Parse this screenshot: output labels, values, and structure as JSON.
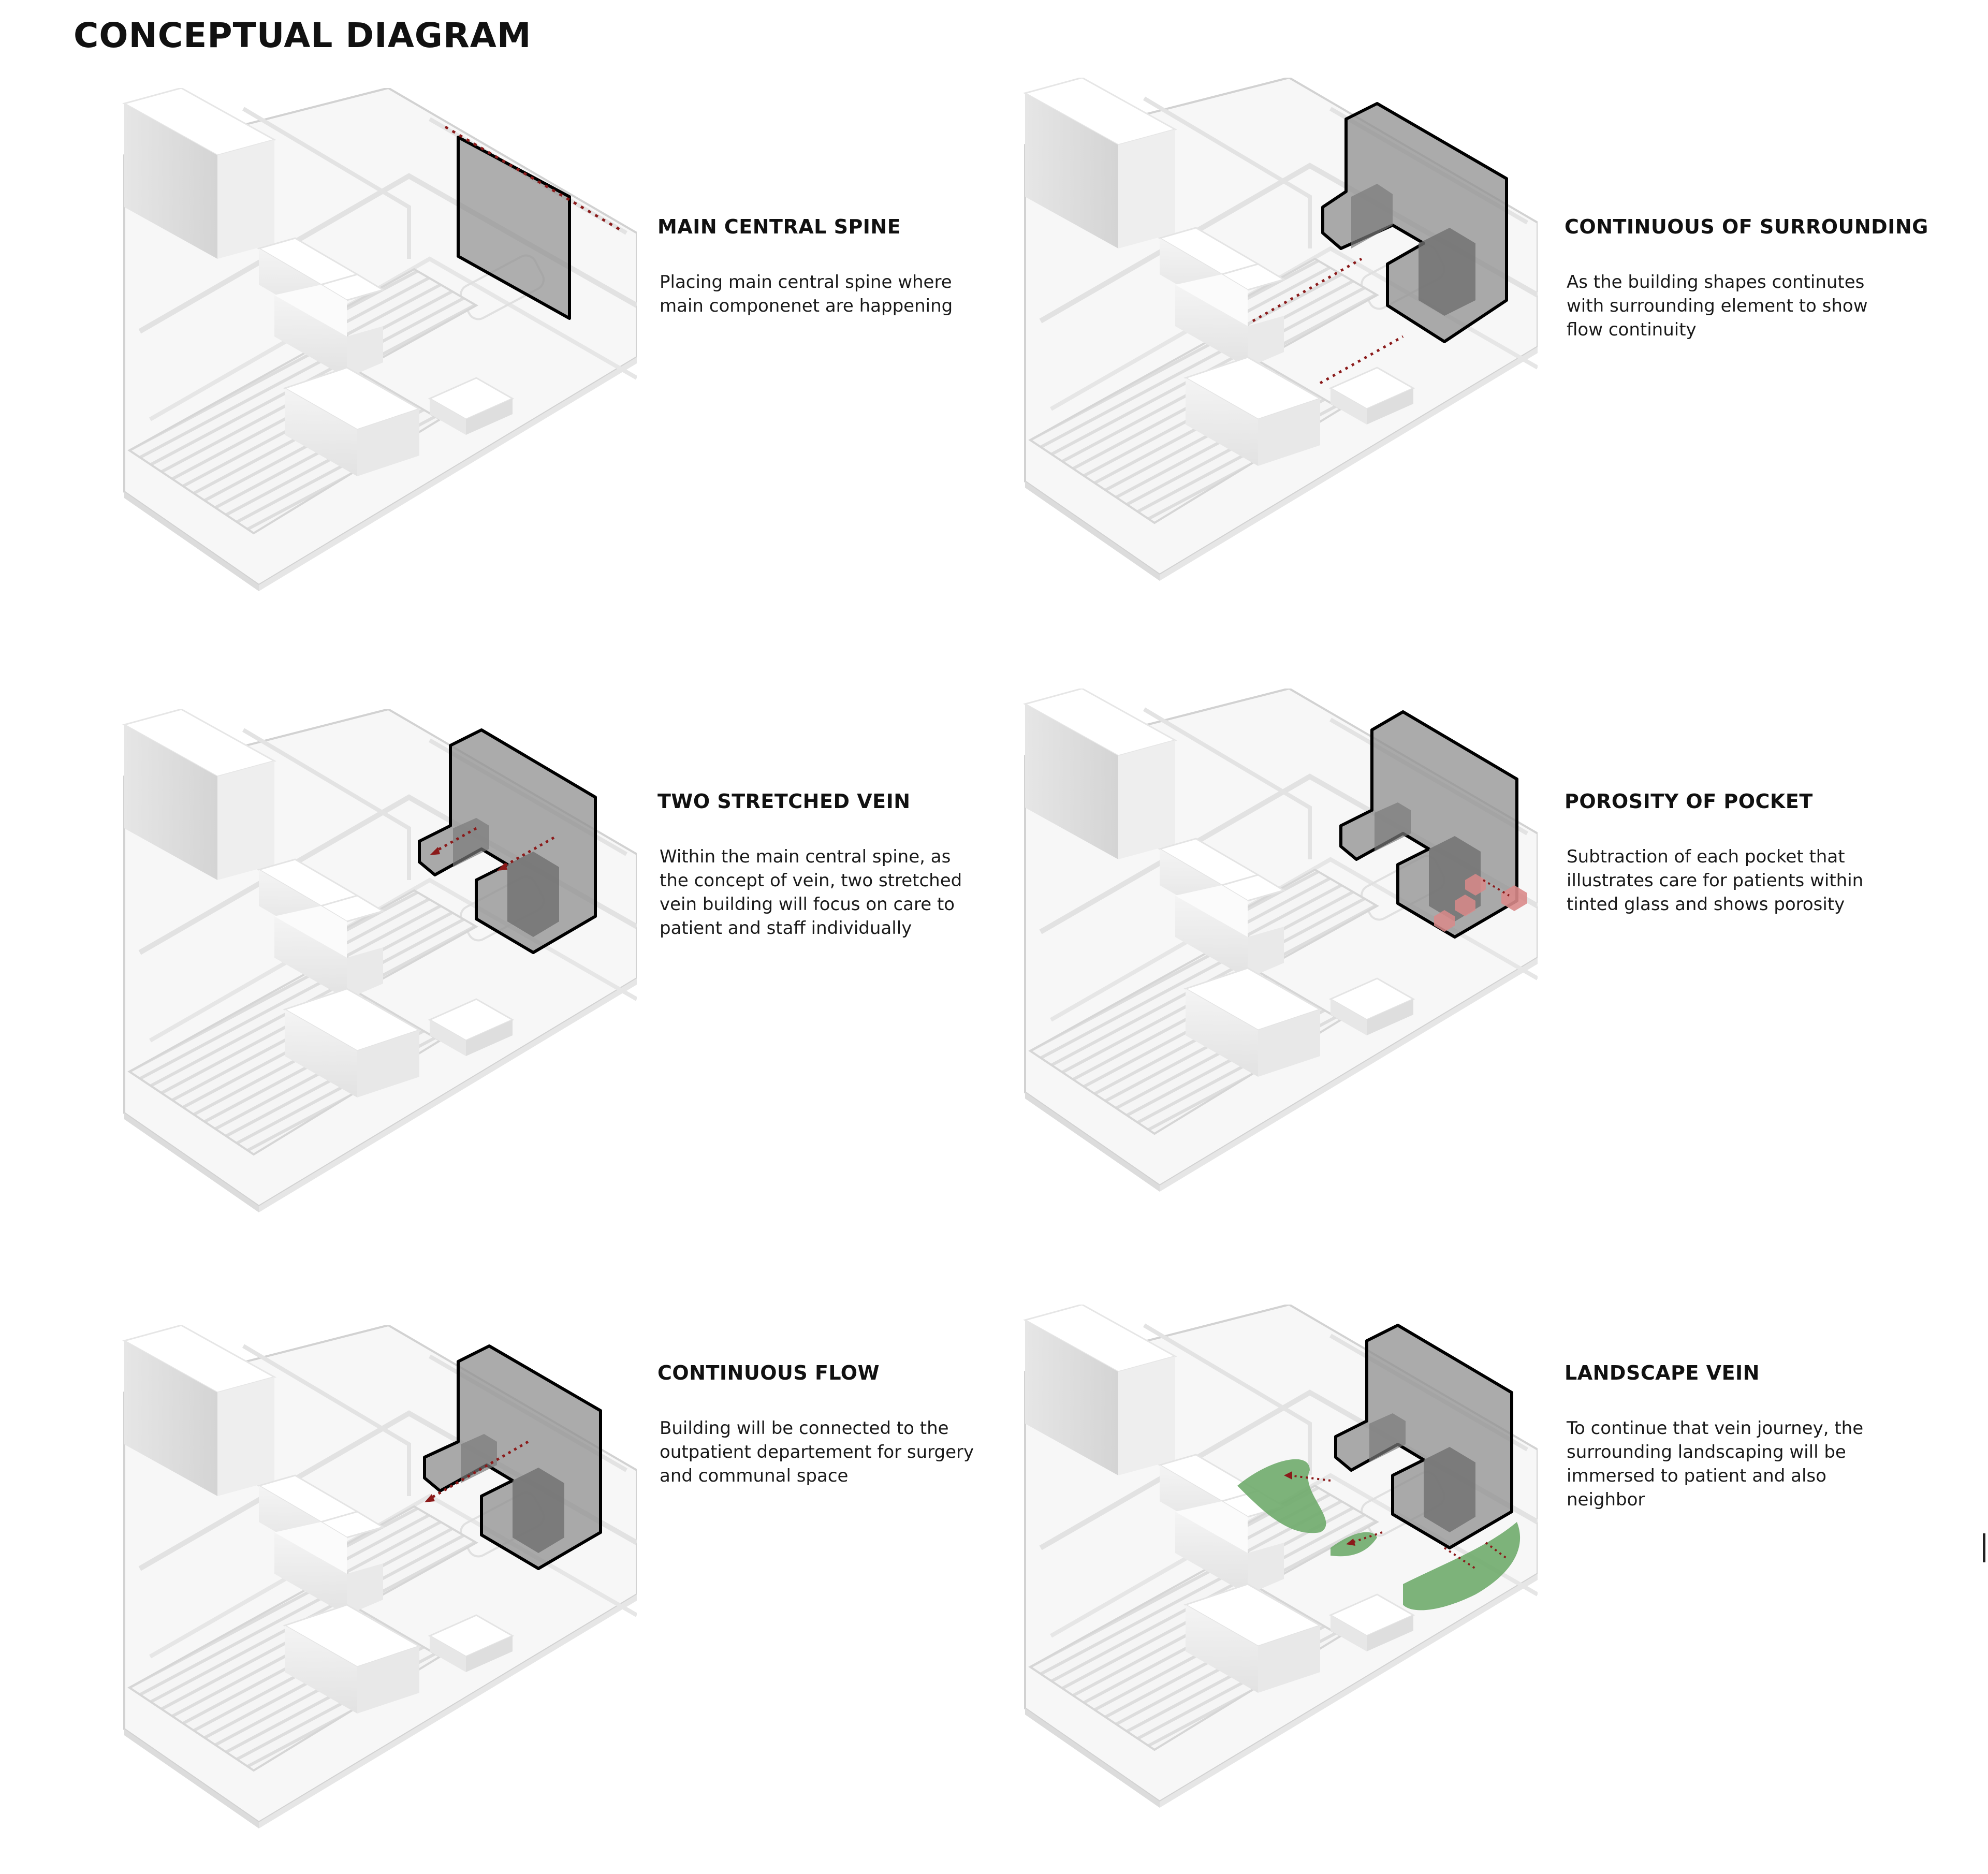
{
  "page": {
    "title": "CONCEPTUAL DIAGRAM"
  },
  "colors": {
    "accent_arrow": "#8b1a1a",
    "volume_fill": "#8f8f8f",
    "landscape_green": "#6fab6b",
    "pocket_red": "#d98a8a"
  },
  "panels": [
    {
      "heading": "MAIN CENTRAL SPINE",
      "description": "Placing main central spine where\nmain componenet are happening"
    },
    {
      "heading": "CONTINUOUS OF SURROUNDING",
      "description": "As the building shapes continutes\nwith surrounding element to show\nflow continuity"
    },
    {
      "heading": "TWO STRETCHED VEIN",
      "description": "Within the main central spine,  as\nthe concept of vein, two stretched\nvein building will focus on care to\npatient and staff individually"
    },
    {
      "heading": "POROSITY OF POCKET",
      "description": "Subtraction of each pocket that\nillustrates care for patients within\ntinted glass and shows porosity"
    },
    {
      "heading": "CONTINUOUS FLOW",
      "description": "Building will be connected to the\noutpatient departement for surgery\nand communal space"
    },
    {
      "heading": "LANDSCAPE VEIN",
      "description": "To continue that vein journey, the\nsurrounding landscaping will be\nimmersed to patient and also\nneighbor"
    }
  ]
}
